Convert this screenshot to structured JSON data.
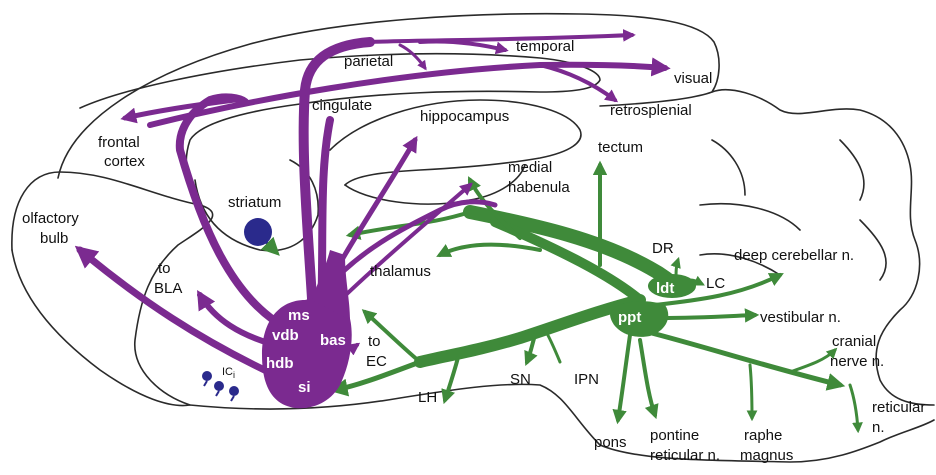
{
  "colors": {
    "cholinergic_forebrain": "#7b2a90",
    "brainstem": "#3f8a3a",
    "interneuron": "#2a2a8c",
    "outline": "#2a2a2a"
  },
  "labels": {
    "parietal": "parietal",
    "temporal": "temporal",
    "visual": "visual",
    "retrosplenial": "retrosplenial",
    "cingulate": "cingulate",
    "hippocampus": "hippocampus",
    "frontal_cortex_1": "frontal",
    "frontal_cortex_2": "cortex",
    "olfactory_bulb_1": "olfactory",
    "olfactory_bulb_2": "bulb",
    "striatum": "striatum",
    "to_bla_1": "to",
    "to_bla_2": "BLA",
    "thalamus": "thalamus",
    "to_ec_1": "to",
    "to_ec_2": "EC",
    "medial_habenula_1": "medial",
    "medial_habenula_2": "habenula",
    "tectum": "tectum",
    "dr": "DR",
    "lc": "LC",
    "deep_cerebellar": "deep cerebellar n.",
    "vestibular": "vestibular n.",
    "cranial_nerve_1": "cranial",
    "cranial_nerve_2": "nerve n.",
    "reticular_1": "reticular",
    "reticular_2": "n.",
    "lh": "LH",
    "sn": "SN",
    "ipn": "IPN",
    "pons": "pons",
    "pontine_reticular_1": "pontine",
    "pontine_reticular_2": "reticular n.",
    "raphe_magnus_1": "raphe",
    "raphe_magnus_2": "magnus",
    "ic_main": "IC",
    "ic_sub": "i"
  },
  "nuclei": {
    "ms": "ms",
    "vdb": "vdb",
    "hdb": "hdb",
    "bas": "bas",
    "si": "si",
    "ldt": "ldt",
    "ppt": "ppt"
  }
}
